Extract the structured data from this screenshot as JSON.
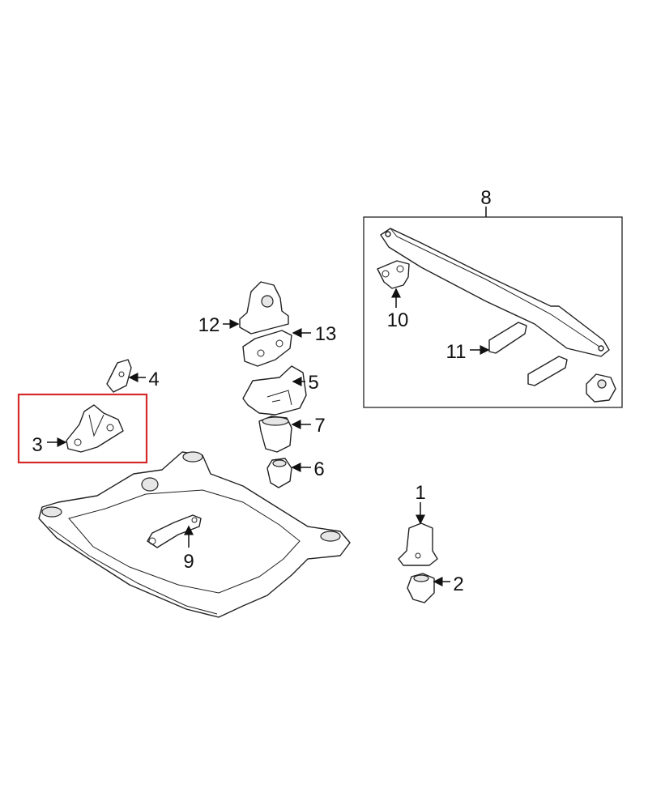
{
  "diagram": {
    "title": "Engine & Transmission Mounting parts diagram",
    "callouts": {
      "c1": "1",
      "c2": "2",
      "c3": "3",
      "c4": "4",
      "c5": "5",
      "c6": "6",
      "c7": "7",
      "c8": "8",
      "c9": "9",
      "c10": "10",
      "c11": "11",
      "c12": "12",
      "c13": "13"
    },
    "highlighted_callout": "3",
    "colors": {
      "highlight": "#d42a2a",
      "line": "#222222"
    }
  }
}
